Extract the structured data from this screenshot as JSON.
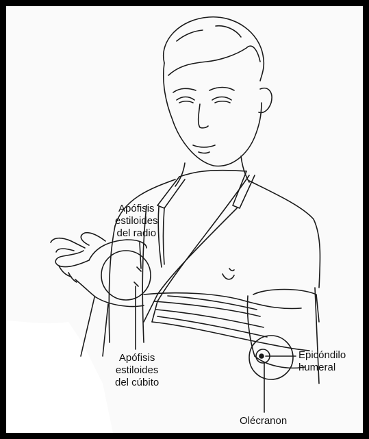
{
  "labels": {
    "radial_styloid": [
      "Apófisis",
      "estiloides",
      "del radio"
    ],
    "ulnar_styloid": [
      "Apófisis",
      "estiloides",
      "del cúbito"
    ],
    "epicondyle": [
      "Epicóndilo",
      "humeral"
    ],
    "olecranon": "Olécranon"
  },
  "colors": {
    "ink": "#1a1a1a",
    "paper": "#fafafa",
    "frame": "#000000"
  }
}
